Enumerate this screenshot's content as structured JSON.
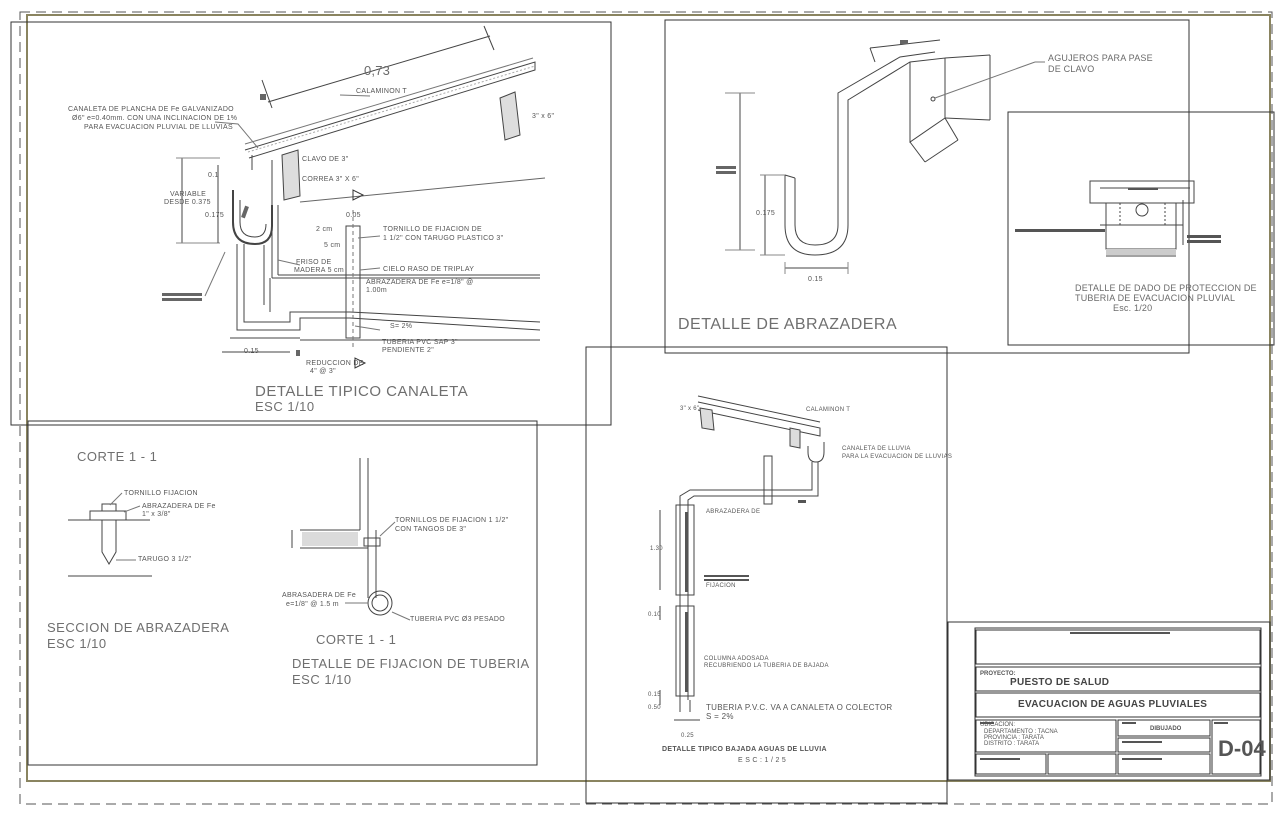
{
  "detail_canaleta": {
    "title": "DETALLE TIPICO CANALETA",
    "scale": "ESC 1/10",
    "dim_top": "0,73",
    "notes": {
      "calamina": "CALAMINON T",
      "canaleta_1": "CANALETA DE PLANCHA DE Fe GALVANIZADO",
      "canaleta_2": "Ø6\" e=0.40mm. CON UNA INCLINACION DE 1%",
      "canaleta_3": "PARA EVACUACION PLUVIAL DE LLUVIAS",
      "madera": "3\" x 6\"",
      "clavo": "CLAVO DE 3\"",
      "correa": "CORREA 3\" X 6\"",
      "variable_1": "VARIABLE",
      "variable_2": "DESDE 0.375",
      "d01": "0.1",
      "d0175": "0.175",
      "tornillo_1": "TORNILLO DE FIJACION DE",
      "tornillo_2": "1 1/2\" CON TARUGO PLASTICO 3\"",
      "d2cm": "2 cm",
      "d5cm": "5 cm",
      "d005": "0.05",
      "friso_1": "FRISO DE",
      "friso_2": "MADERA 5 cm",
      "cielo": "CIELO RASO DE TRIPLAY",
      "abrazadera_1": "ABRAZADERA DE Fe e=1/8\" @",
      "abrazadera_2": "1.00m",
      "pendiente": "S= 2%",
      "tuberia_1": "TUBERIA PVC SAP 3\"",
      "tuberia_2": "PENDIENTE 2\"",
      "d015": "0.15",
      "reduccion_1": "REDUCCION DE",
      "reduccion_2": "4\" @ 3\""
    }
  },
  "detalle_abrazadera": {
    "title": "DETALLE  DE ABRAZADERA",
    "agujeros_1": "AGUJEROS PARA PASE",
    "agujeros_2": "DE CLAVO",
    "d0175": "0.175",
    "d015": "0.15"
  },
  "detalle_dado": {
    "line1": "DETALLE DE DADO DE PROTECCION DE",
    "line2": "TUBERIA DE EVACUACION PLUVIAL",
    "scale": "Esc. 1/20"
  },
  "seccion_abrazadera": {
    "corte": "CORTE 1 - 1",
    "title": "SECCION DE ABRAZADERA",
    "scale": "ESC 1/10",
    "tornillo": "TORNILLO FIJACION",
    "abrazadera": "ABRAZADERA DE Fe",
    "abrazadera_2": "1\" x 3/8\"",
    "tarugo": "TARUGO 3 1/2\""
  },
  "fijacion_tuberia": {
    "corte": "CORTE 1 - 1",
    "title": "DETALLE DE FIJACION DE TUBERIA",
    "scale": "ESC 1/10",
    "tornillos_1": "TORNILLOS DE FIJACION 1 1/2\"",
    "tornillos_2": "CON TANGOS DE 3\"",
    "abrasadera_1": "ABRASADERA DE Fe",
    "abrasadera_2": "e=1/8\" @ 1.5 m",
    "tuberia": "TUBERIA PVC Ø3 PESADO"
  },
  "bajada": {
    "title": "DETALLE TIPICO BAJADA AGUAS DE LLUVIA",
    "scale": "E S C  :  1 / 2 5",
    "calamina": "CALAMINON T",
    "madera": "3\" x 6\"",
    "canaleta": "CANALETA DE LLUVIA",
    "canaleta_2": "PARA LA EVACUACION DE LLUVIAS",
    "abrazadera": "ABRAZADERA DE",
    "fijacion": "FIJACION",
    "columna_1": "COLUMNA ADOSADA",
    "columna_2": "RECUBRIENDO LA TUBERIA DE BAJADA",
    "tuberia": "TUBERIA P.V.C. VA A CANALETA O COLECTOR",
    "pendiente": "S = 2%",
    "d130": "1.30",
    "d010": "0.10",
    "d015": "0.15",
    "d050": "0.50",
    "d025": "0.25"
  },
  "title_block": {
    "proyecto_label": "PROYECTO:",
    "proyecto": "PUESTO DE SALUD",
    "plano": "EVACUACION DE AGUAS PLUVIALES",
    "ubicacion_label": "UBICACION:",
    "departamento": "DEPARTAMENTO : TACNA",
    "provincia": "PROVINCIA      : TARATA",
    "distrito": "DISTRITO         : TARATA",
    "sheet_name": "DIBUJADO",
    "code": "D-04"
  }
}
